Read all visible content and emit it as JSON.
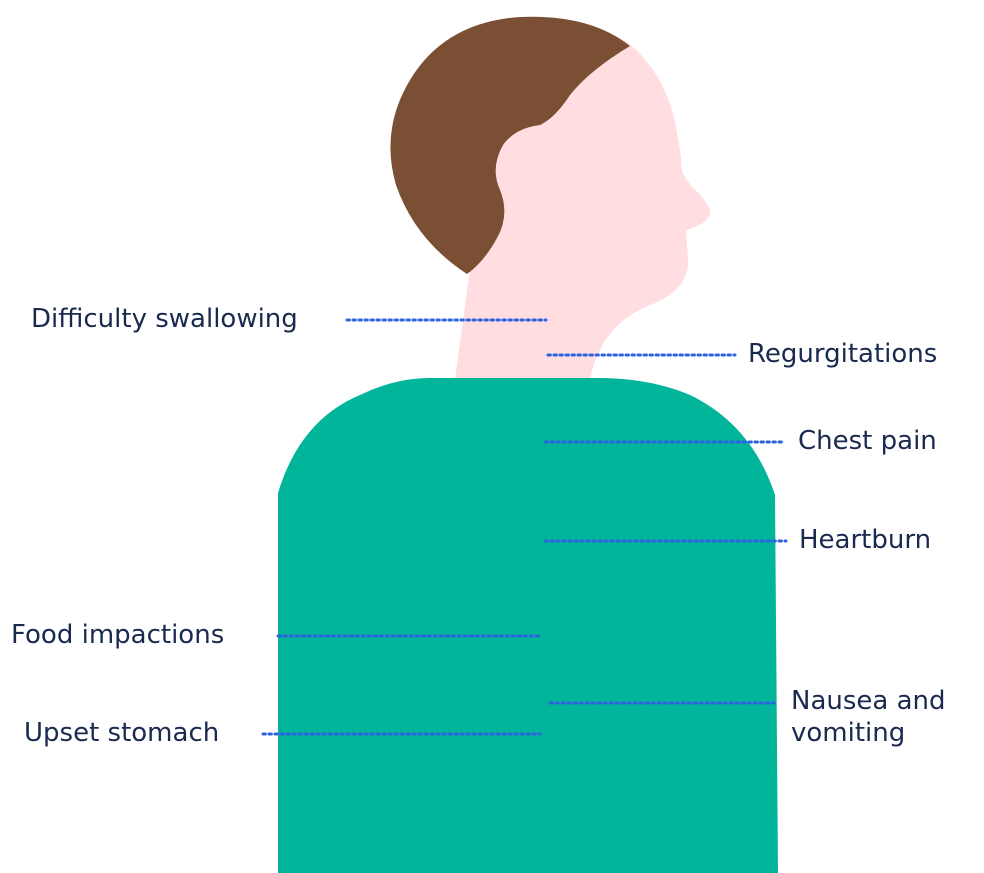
{
  "colors": {
    "hair": "#7a4f34",
    "skin": "#ffdde1",
    "torso": "#00b59a",
    "leader_line": "#2e63e0",
    "label_text": "#1a2a4f"
  },
  "labels": {
    "difficulty_swallowing": "Difficulty swallowing",
    "regurgitations": "Regurgitations",
    "chest_pain": "Chest pain",
    "heartburn": "Heartburn",
    "food_impactions": "Food impactions",
    "nausea_line1": "Nausea and",
    "nausea_line2": "vomiting",
    "upset_stomach": "Upset stomach"
  }
}
